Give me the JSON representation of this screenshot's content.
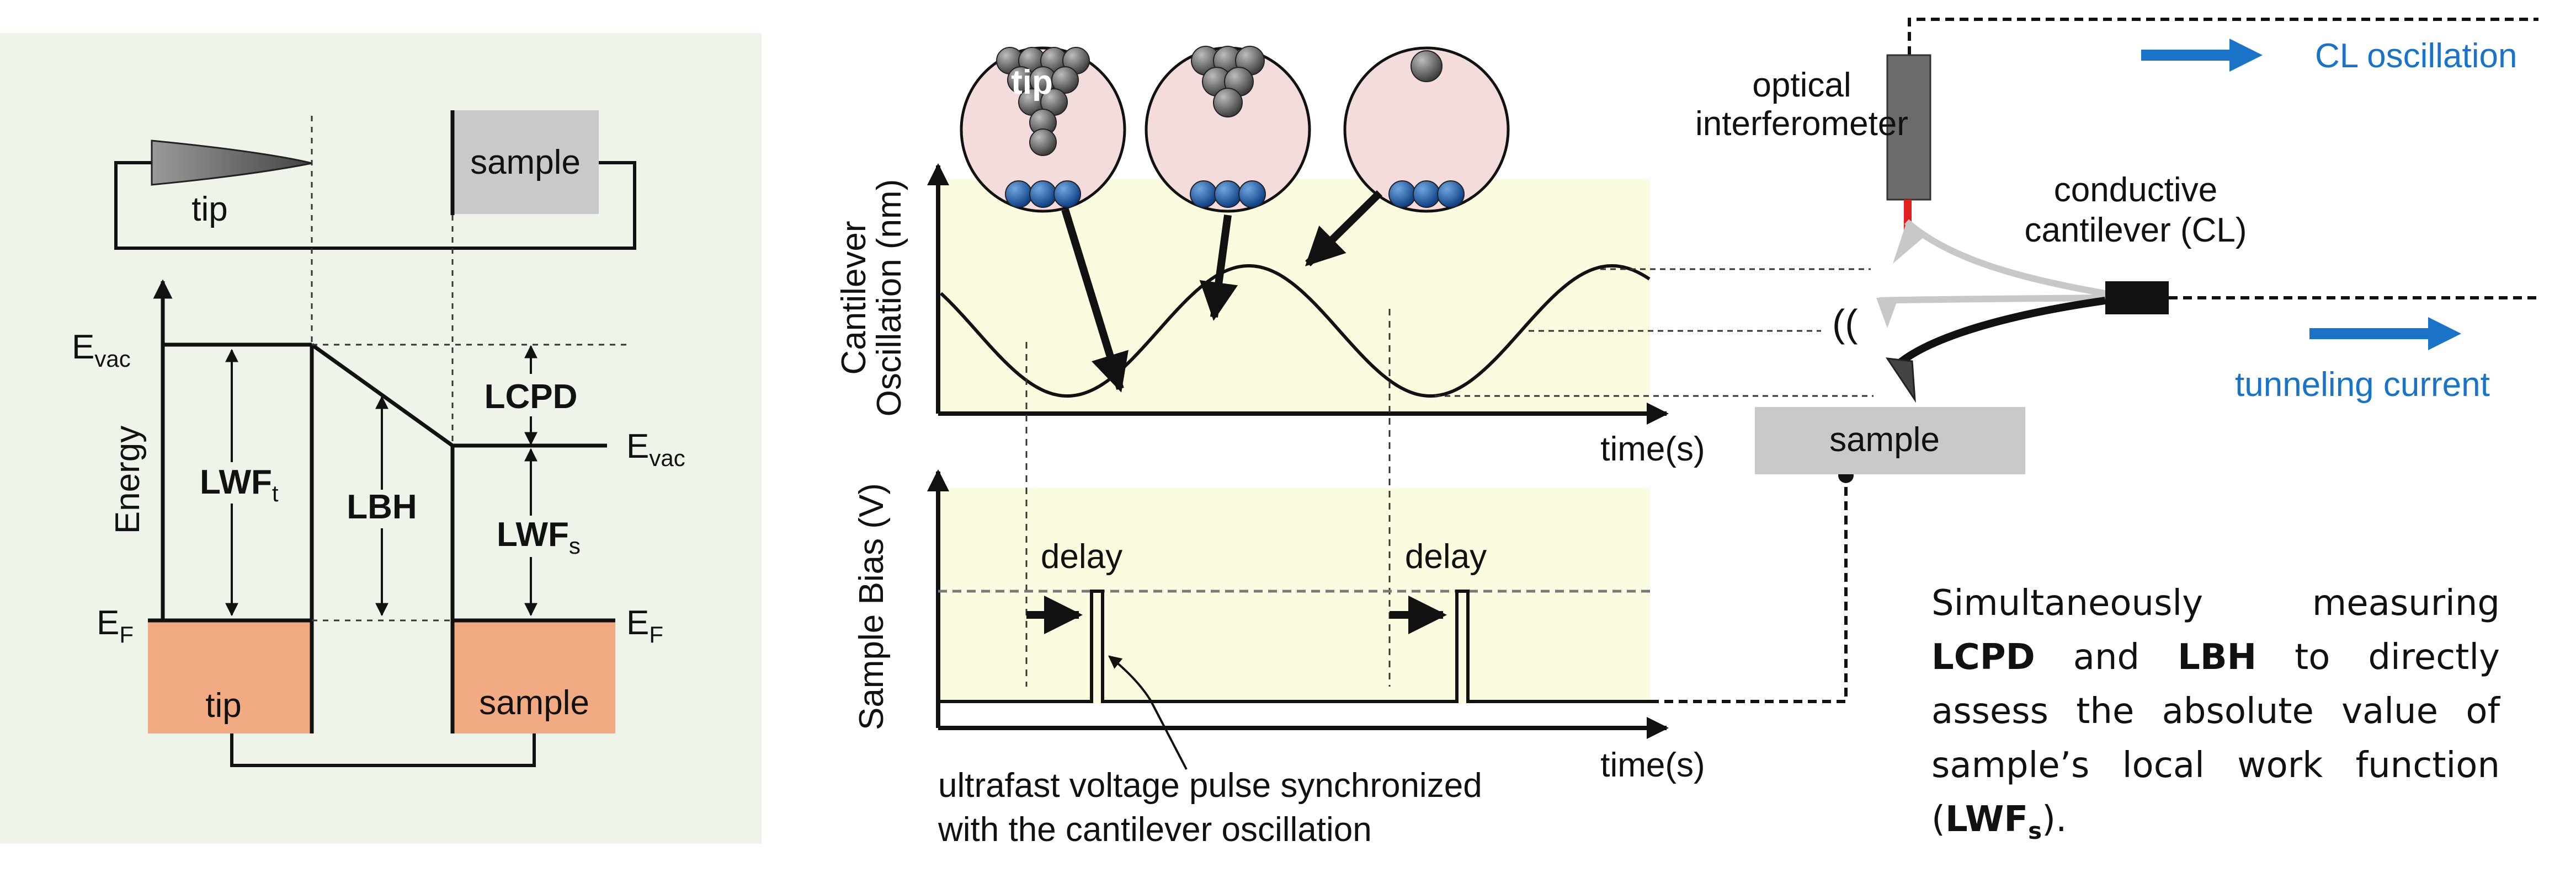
{
  "left_panel": {
    "circuit": {
      "tip_label": "tip",
      "sample_label": "sample"
    },
    "energy_axis_label": "Energy",
    "levels": {
      "evac_left": "E",
      "evac_left_sub": "vac",
      "evac_right": "E",
      "evac_right_sub": "vac",
      "ef_left": "E",
      "ef_left_sub": "F",
      "ef_right": "E",
      "ef_right_sub": "F"
    },
    "quantities": {
      "lwft": "LWF",
      "lwft_sub": "t",
      "lbh": "LBH",
      "lcpd": "LCPD",
      "lwfs": "LWF",
      "lwfs_sub": "s"
    },
    "bottom_tip": "tip",
    "bottom_sample": "sample"
  },
  "middle_panel": {
    "tip_label": "tip",
    "osc_ylabel_line1": "Cantilever",
    "osc_ylabel_line2": "Oscillation (nm)",
    "bias_ylabel": "Sample Bias (V)",
    "time_label_top": "time(s)",
    "time_label_bottom": "time(s)",
    "delay_1": "delay",
    "delay_2": "delay",
    "pulse_caption_line1": "ultrafast voltage pulse synchronized",
    "pulse_caption_line2": "with the cantilever oscillation"
  },
  "right_panel": {
    "interferometer_line1": "optical",
    "interferometer_line2": "interferometer",
    "cl_oscillation": "CL oscillation",
    "cantilever_line1": "conductive",
    "cantilever_line2": "cantilever (CL)",
    "tunneling_current": "tunneling current",
    "sample_label": "sample"
  },
  "description": {
    "p1": "Simultaneously measuring ",
    "b1": "LCPD",
    "p2": " and ",
    "b2": "LBH",
    "p3": " to directly assess the absolute value of sample’s local work function (",
    "b3": "LWF",
    "b3_sub": "s",
    "p4": ")."
  },
  "colors": {
    "left_bg": "#eef4ea",
    "plot_bg": "#fbfbe0",
    "orange": "#f2aa82",
    "gray_box": "#c9c9c9",
    "blue": "#1a73c6",
    "circle_fill": "#f5dcdc"
  }
}
